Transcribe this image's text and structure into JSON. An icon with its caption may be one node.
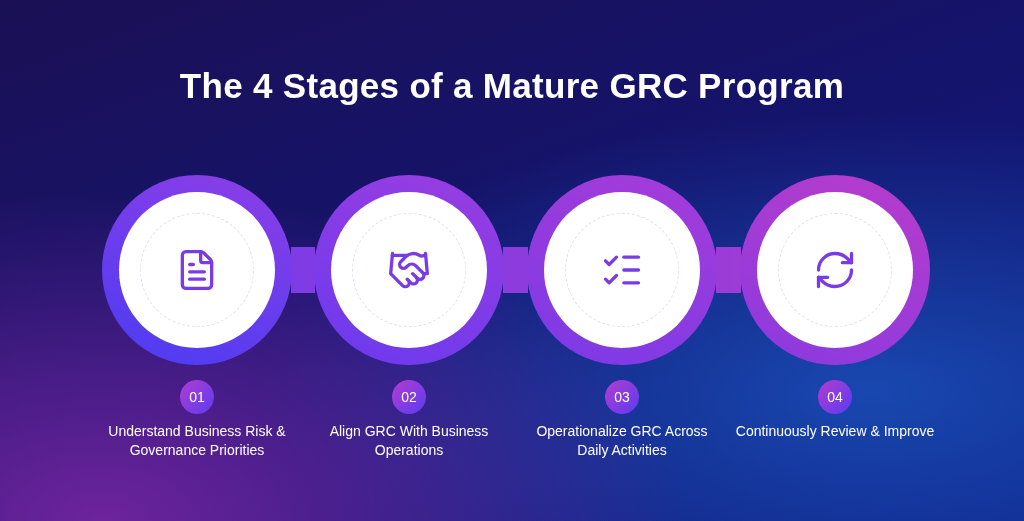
{
  "diagram": {
    "title": "The 4 Stages of a Mature GRC Program",
    "nodes": [
      {
        "text": [
          "01",
          "Understand Business Risk & Governance Priorities"
        ]
      },
      {
        "text": [
          "02",
          "Align GRC With Business Operations"
        ]
      },
      {
        "text": [
          "03",
          "Operationalize GRC Across Daily Activities"
        ]
      },
      {
        "text": [
          "04",
          "Continuously Review & Improve"
        ]
      }
    ],
    "edges": [
      {
        "from": 0,
        "to": 1,
        "arrow": "none",
        "style": "thick"
      },
      {
        "from": 1,
        "to": 2,
        "arrow": "none",
        "style": "thick"
      },
      {
        "from": 2,
        "to": 3,
        "arrow": "none",
        "style": "thick"
      }
    ]
  }
}
